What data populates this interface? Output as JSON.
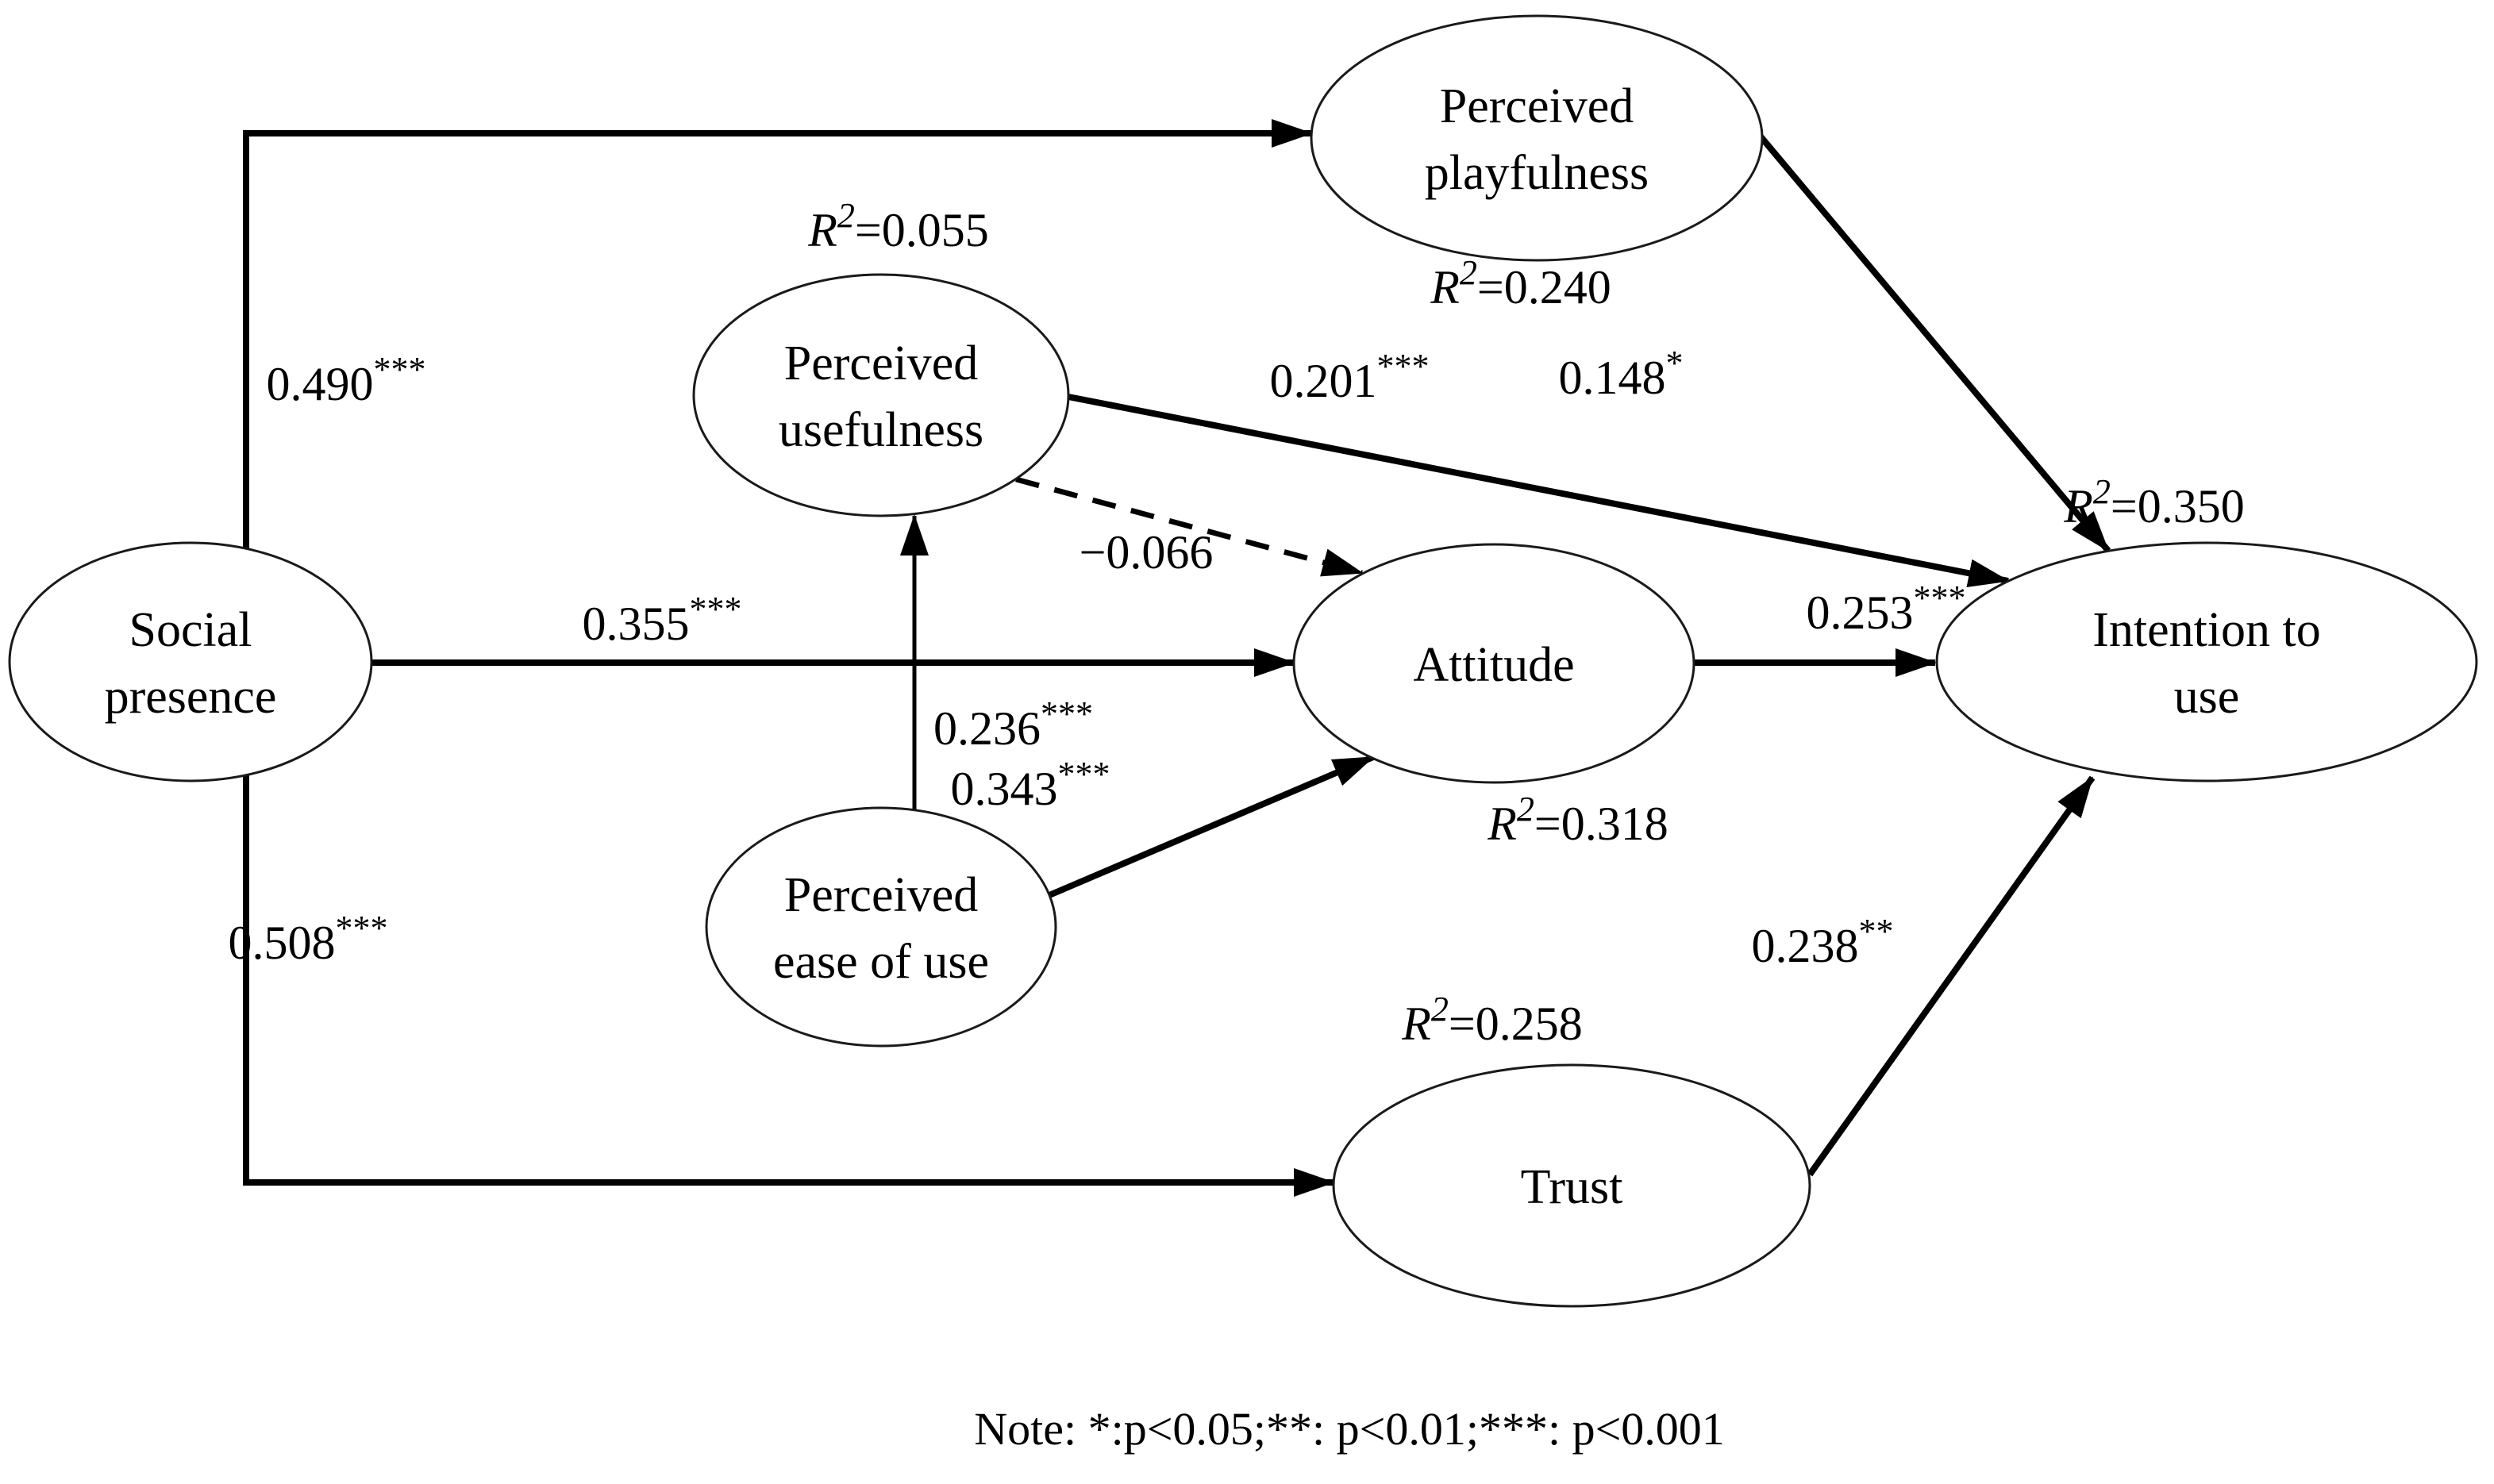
{
  "diagram": {
    "type": "structural-equation-path-model",
    "note": "Note: *:p<0.05;**: p<0.01;***: p<0.001",
    "background_color": "#ffffff",
    "line_color": "#000000"
  },
  "nodes": {
    "social_presence": {
      "line1": "Social",
      "line2": "presence"
    },
    "perceived_usefulness": {
      "line1": "Perceived",
      "line2": "usefulness"
    },
    "perceived_ease_of_use": {
      "line1": "Perceived",
      "line2": "ease of use"
    },
    "perceived_playfulness": {
      "line1": "Perceived",
      "line2": "playfulness"
    },
    "attitude": {
      "label": "Attitude"
    },
    "intention_to_use": {
      "line1": "Intention to",
      "line2": "use"
    },
    "trust": {
      "label": "Trust"
    }
  },
  "r_squared": {
    "symbol": "R",
    "exponent": "2",
    "perceived_usefulness": "=0.055",
    "perceived_playfulness": "=0.240",
    "attitude": "=0.318",
    "intention_to_use": "=0.350",
    "trust": "=0.258"
  },
  "edges": [
    {
      "from": "social_presence",
      "to": "perceived_playfulness",
      "value": "0.490",
      "stars": "***",
      "style": "solid"
    },
    {
      "from": "social_presence",
      "to": "attitude",
      "value": "0.355",
      "stars": "***",
      "style": "solid"
    },
    {
      "from": "social_presence",
      "to": "trust",
      "value": "0.508",
      "stars": "***",
      "style": "solid"
    },
    {
      "from": "perceived_ease_of_use",
      "to": "perceived_usefulness",
      "value": "0.236",
      "stars": "***",
      "style": "solid"
    },
    {
      "from": "perceived_ease_of_use",
      "to": "attitude",
      "value": "0.343",
      "stars": "***",
      "style": "solid"
    },
    {
      "from": "perceived_usefulness",
      "to": "intention_to_use",
      "value": "0.201",
      "stars": "***",
      "style": "solid"
    },
    {
      "from": "perceived_usefulness",
      "to": "attitude",
      "value": "−0.066",
      "stars": "",
      "style": "dashed"
    },
    {
      "from": "attitude",
      "to": "intention_to_use",
      "value": "0.253",
      "stars": "***",
      "style": "solid"
    },
    {
      "from": "perceived_playfulness",
      "to": "intention_to_use",
      "value": "0.148",
      "stars": "*",
      "style": "solid"
    },
    {
      "from": "trust",
      "to": "intention_to_use",
      "value": "0.238",
      "stars": "**",
      "style": "solid"
    }
  ]
}
